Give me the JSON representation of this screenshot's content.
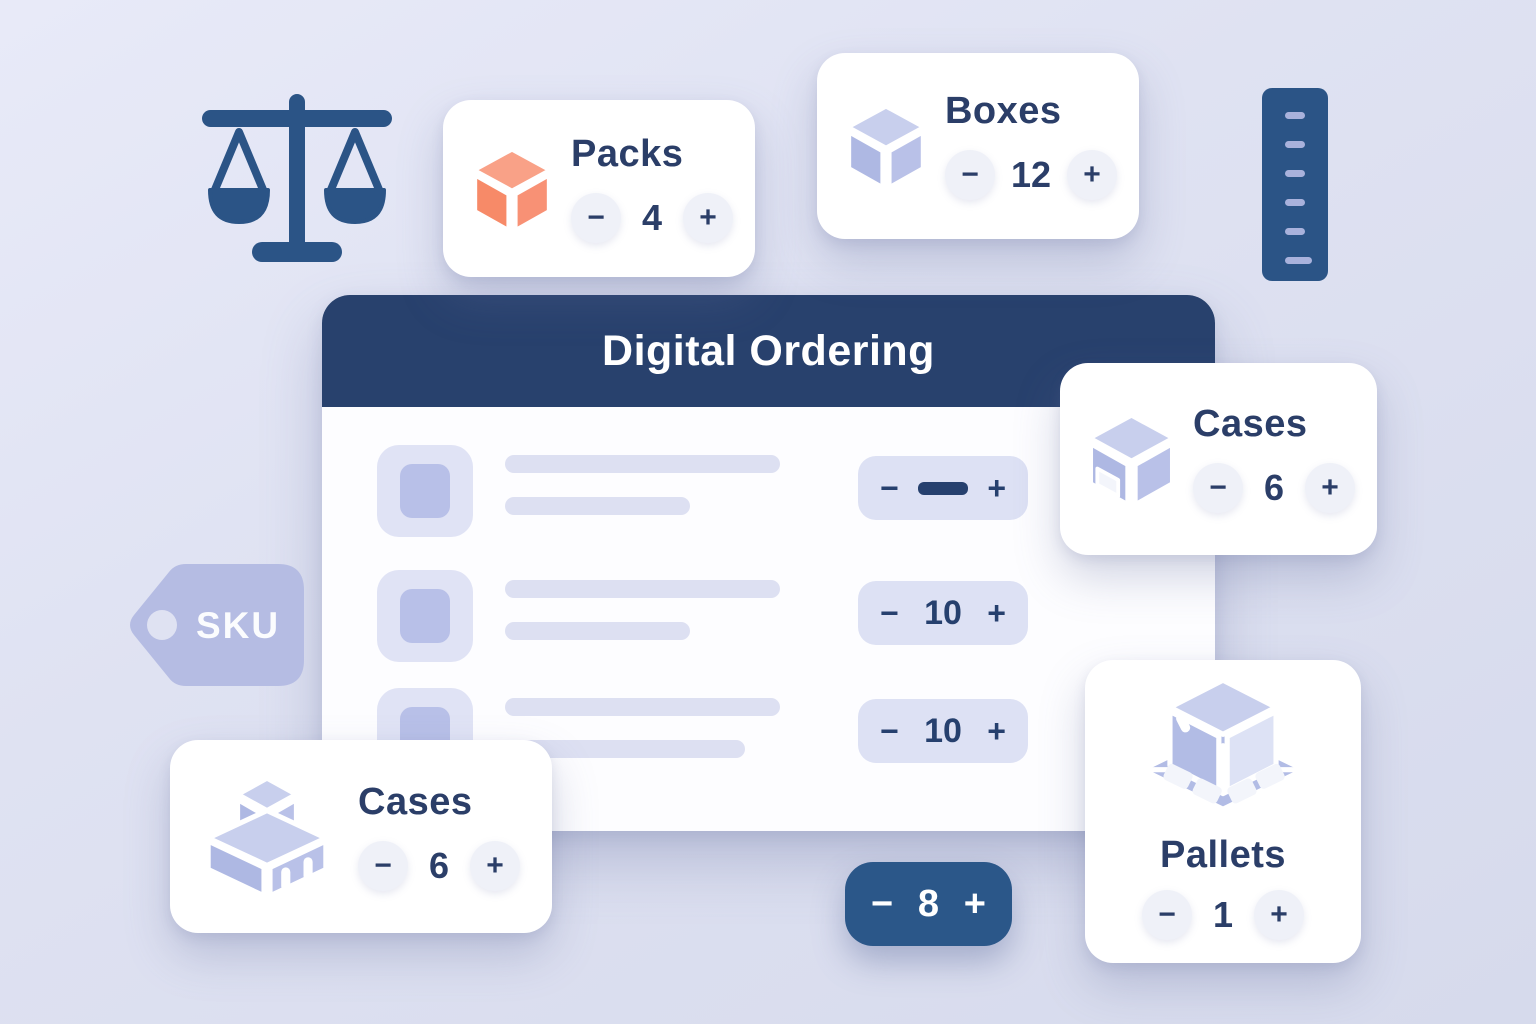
{
  "colors": {
    "background": "#dfe2f2",
    "header_navy": "#28416d",
    "icon_navy": "#2b5486",
    "stepper_navy": "#2b5789",
    "text_navy": "#2b3e68",
    "periwinkle": "#b0b9e3",
    "orange": "#f78f6e",
    "card_white": "#ffffff"
  },
  "decor": {
    "scale_icon": "balance-scale",
    "ruler_icon": "ruler",
    "sku_tag_label": "SKU"
  },
  "panel": {
    "title": "Digital Ordering",
    "rows": [
      {
        "minus": "−",
        "value": "",
        "plus": "+"
      },
      {
        "minus": "−",
        "value": "10",
        "plus": "+"
      },
      {
        "minus": "−",
        "value": "10",
        "plus": "+"
      }
    ]
  },
  "cards": {
    "packs": {
      "label": "Packs",
      "minus": "−",
      "value": "4",
      "plus": "+",
      "icon": "cube-orange-icon"
    },
    "boxes": {
      "label": "Boxes",
      "minus": "−",
      "value": "12",
      "plus": "+",
      "icon": "cube-periwinkle-icon"
    },
    "cases_right": {
      "label": "Cases",
      "minus": "−",
      "value": "6",
      "plus": "+",
      "icon": "labeled-case-icon"
    },
    "cases_left": {
      "label": "Cases",
      "minus": "−",
      "value": "6",
      "plus": "+",
      "icon": "stacked-cases-icon"
    },
    "pallets": {
      "label": "Pallets",
      "minus": "−",
      "value": "1",
      "plus": "+",
      "icon": "pallet-box-icon"
    }
  },
  "floating_stepper": {
    "minus": "−",
    "value": "8",
    "plus": "+"
  }
}
